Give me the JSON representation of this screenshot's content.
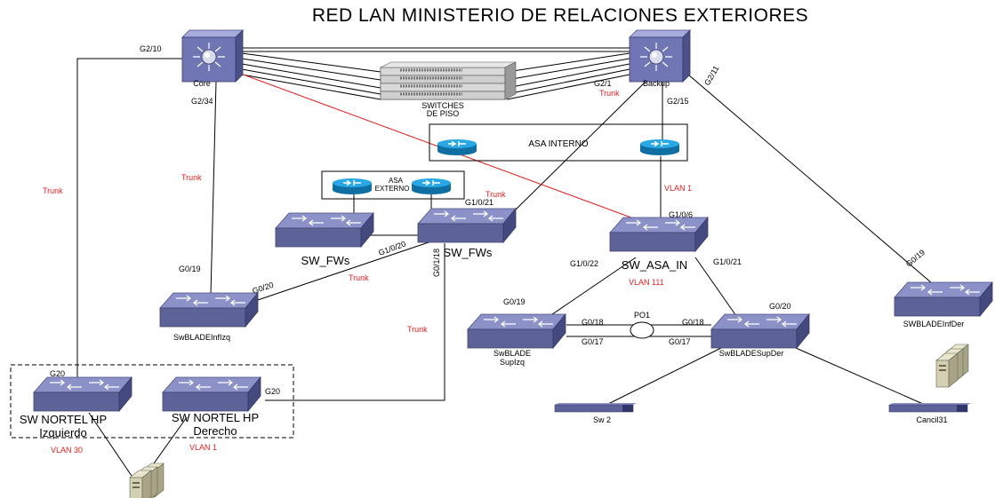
{
  "title": "RED LAN MINISTERIO DE RELACIONES EXTERIORES",
  "devices": {
    "core": "Core",
    "backup": "Backup",
    "switches_piso_1": "SWITCHES",
    "switches_piso_2": "DE PISO",
    "asa_interno": "ASA INTERNO",
    "asa_externo_1": "ASA",
    "asa_externo_2": "EXTERNO",
    "sw_fws_left": "SW_FWs",
    "sw_fws_right": "SW_FWs",
    "sw_asa_in": "SW_ASA_IN",
    "swblade_inf_izq": "SwBLADEInfIzq",
    "swblade_sup_izq_1": "SwBLADE",
    "swblade_sup_izq_2": "SupIzq",
    "swblade_sup_der": "SwBLADESupDer",
    "swblade_inf_der": "SWBLADEInfDer",
    "nortel_izq_1": "SW NORTEL HP",
    "nortel_izq_2": "Izquierdo",
    "nortel_der_1": "SW NORTEL HP",
    "nortel_der_2": "Derecho",
    "sw2": "Sw 2",
    "cancil31": "Cancil31",
    "po1": "PO1"
  },
  "ports": {
    "core_g2_10": "G2/10",
    "core_g2_34": "G2/34",
    "backup_g2_1": "G2/1",
    "backup_g2_15": "G2/15",
    "backup_g2_11": "G2/11",
    "fws_g1_0_21": "G1/0/21",
    "fws_g1_0_20": "G1/0/20",
    "fws_g0_1_18": "G0/1/18",
    "asa_in_g1_0_6": "G1/0/6",
    "asa_in_g1_0_22": "G1/0/22",
    "asa_in_g1_0_21": "G1/0/21",
    "infizq_g0_19": "G0/19",
    "infizq_g0_20": "G0/20",
    "supizq_g0_19": "G0/19",
    "supizq_g0_18": "G0/18",
    "supizq_g0_17": "G0/17",
    "supder_g0_18": "G0/18",
    "supder_g0_17": "G0/17",
    "supder_g0_20": "G0/20",
    "infder_g0_19": "G0/19",
    "nortel_izq_g20": "G20",
    "nortel_der_g20": "G20"
  },
  "links": {
    "trunk_left": "Trunk",
    "trunk_core_infizq": "Trunk",
    "trunk_backup": "Trunk",
    "trunk_fws": "Trunk",
    "trunk_infizq_fws": "Trunk",
    "trunk_nortel_fws": "Trunk",
    "vlan1_asa": "VLAN 1",
    "vlan111": "VLAN 111",
    "vlan30": "VLAN 30",
    "vlan1_nortel": "VLAN 1"
  },
  "colors": {
    "switch_top": "#8c92c8",
    "switch_front": "#5d6399",
    "switch_side": "#444a7d",
    "router_blue": "#1d9fe0",
    "server_beige": "#d4d0b4",
    "red_link": "#e02020",
    "label_red": "#e02020"
  }
}
